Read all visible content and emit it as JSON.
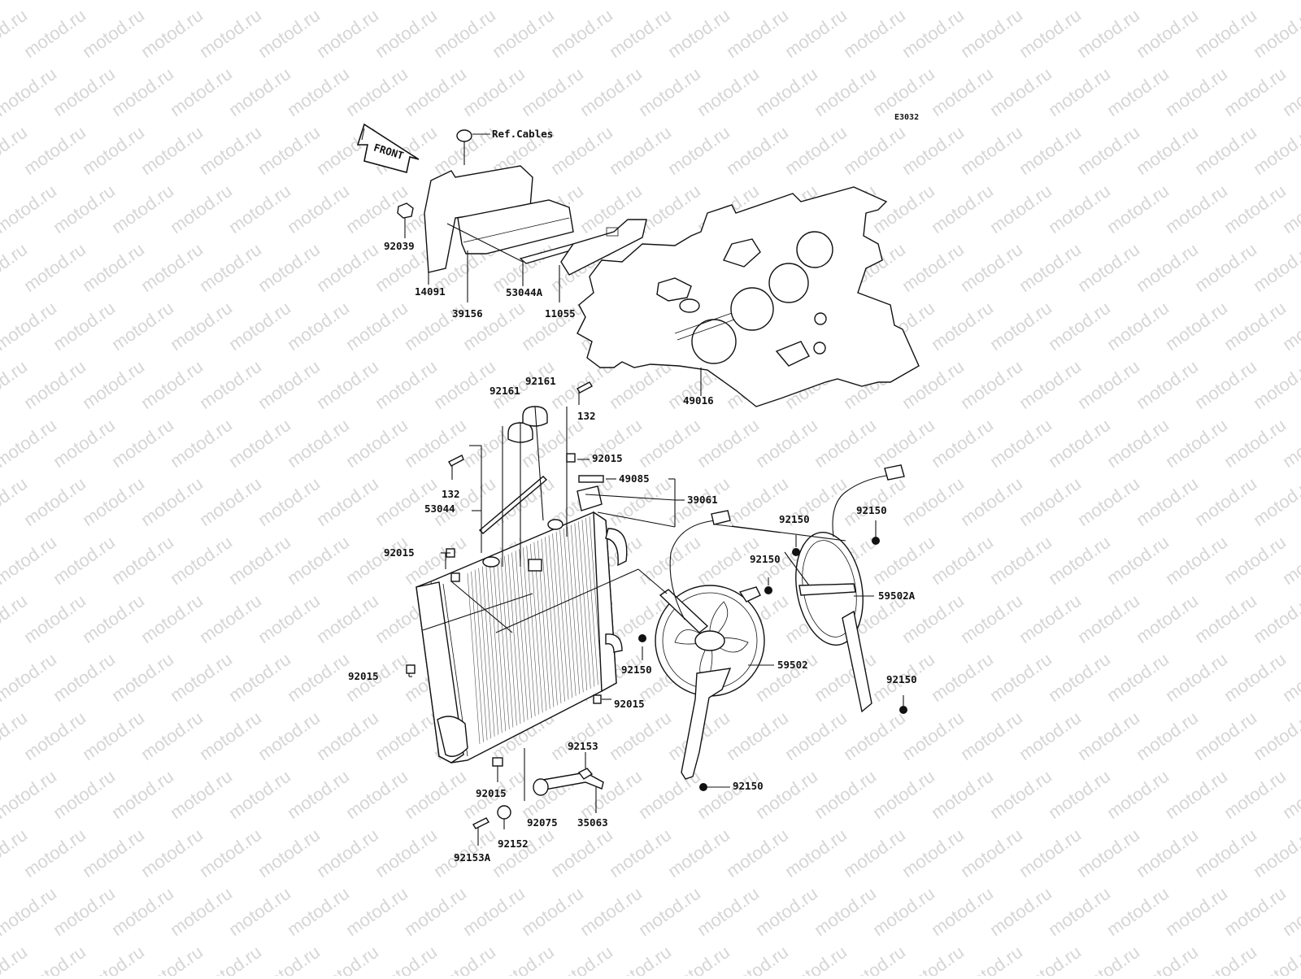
{
  "diagram": {
    "code": "E3032",
    "front_arrow": "FRONT",
    "ref_note": "Ref.Cables",
    "watermark": "motod.ru"
  },
  "labels": {
    "p92039": "92039",
    "p14091": "14091",
    "p39156": "39156",
    "p53044A": "53044A",
    "p11055": "11055",
    "p49016": "49016",
    "p92161a": "92161",
    "p92161b": "92161",
    "p132a": "132",
    "p132b": "132",
    "p53044": "53044",
    "p92015a": "92015",
    "p49085": "49085",
    "p39061": "39061",
    "p92015b": "92015",
    "p92015c": "92015",
    "p92015d": "92015",
    "p92015e": "92015",
    "p92150a": "92150",
    "p92150b": "92150",
    "p92150c": "92150",
    "p92150d": "92150",
    "p92150e": "92150",
    "p92150f": "92150",
    "p59502A": "59502A",
    "p59502": "59502",
    "p92153": "92153",
    "p92075": "92075",
    "p35063": "35063",
    "p92152": "92152",
    "p92153A": "92153A"
  }
}
